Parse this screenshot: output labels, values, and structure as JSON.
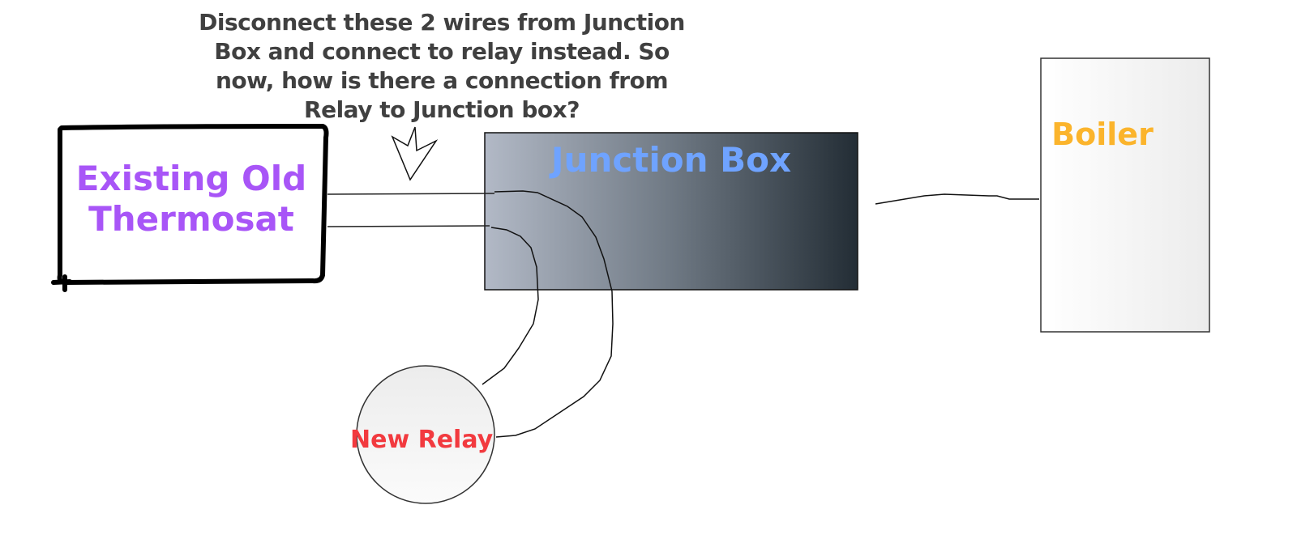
{
  "diagram": {
    "annotation": "Disconnect these 2 wires from Junction Box and connect to relay instead. So now, how is there a connection from Relay to Junction box?",
    "annotation_lines": [
      "Disconnect these 2 wires from Junction",
      "Box and connect to relay instead. So",
      "now, how is there a connection from",
      "Relay to Junction box?"
    ],
    "nodes": {
      "thermostat": {
        "label_lines": [
          "Existing Old",
          "Thermosat"
        ],
        "color": "#a855f7"
      },
      "junction_box": {
        "label": "Junction Box",
        "color": "#6fa3ff",
        "gradient_from": "#b2b9c6",
        "gradient_to": "#232d35"
      },
      "boiler": {
        "label": "Boiler",
        "color": "#fbb42c"
      },
      "relay": {
        "label": "New Relay",
        "color": "#f23a3f"
      }
    },
    "connections": [
      {
        "from": "thermostat",
        "to": "junction_box",
        "name": "wire-1"
      },
      {
        "from": "thermostat",
        "to": "junction_box",
        "name": "wire-2"
      },
      {
        "from": "junction_box",
        "to": "relay",
        "name": "relay-wire-inner"
      },
      {
        "from": "junction_box",
        "to": "relay",
        "name": "relay-wire-outer"
      },
      {
        "from": "junction_box",
        "to": "boiler",
        "name": "boiler-wire"
      }
    ],
    "pointer": "arrow pointing down at the two wires"
  }
}
